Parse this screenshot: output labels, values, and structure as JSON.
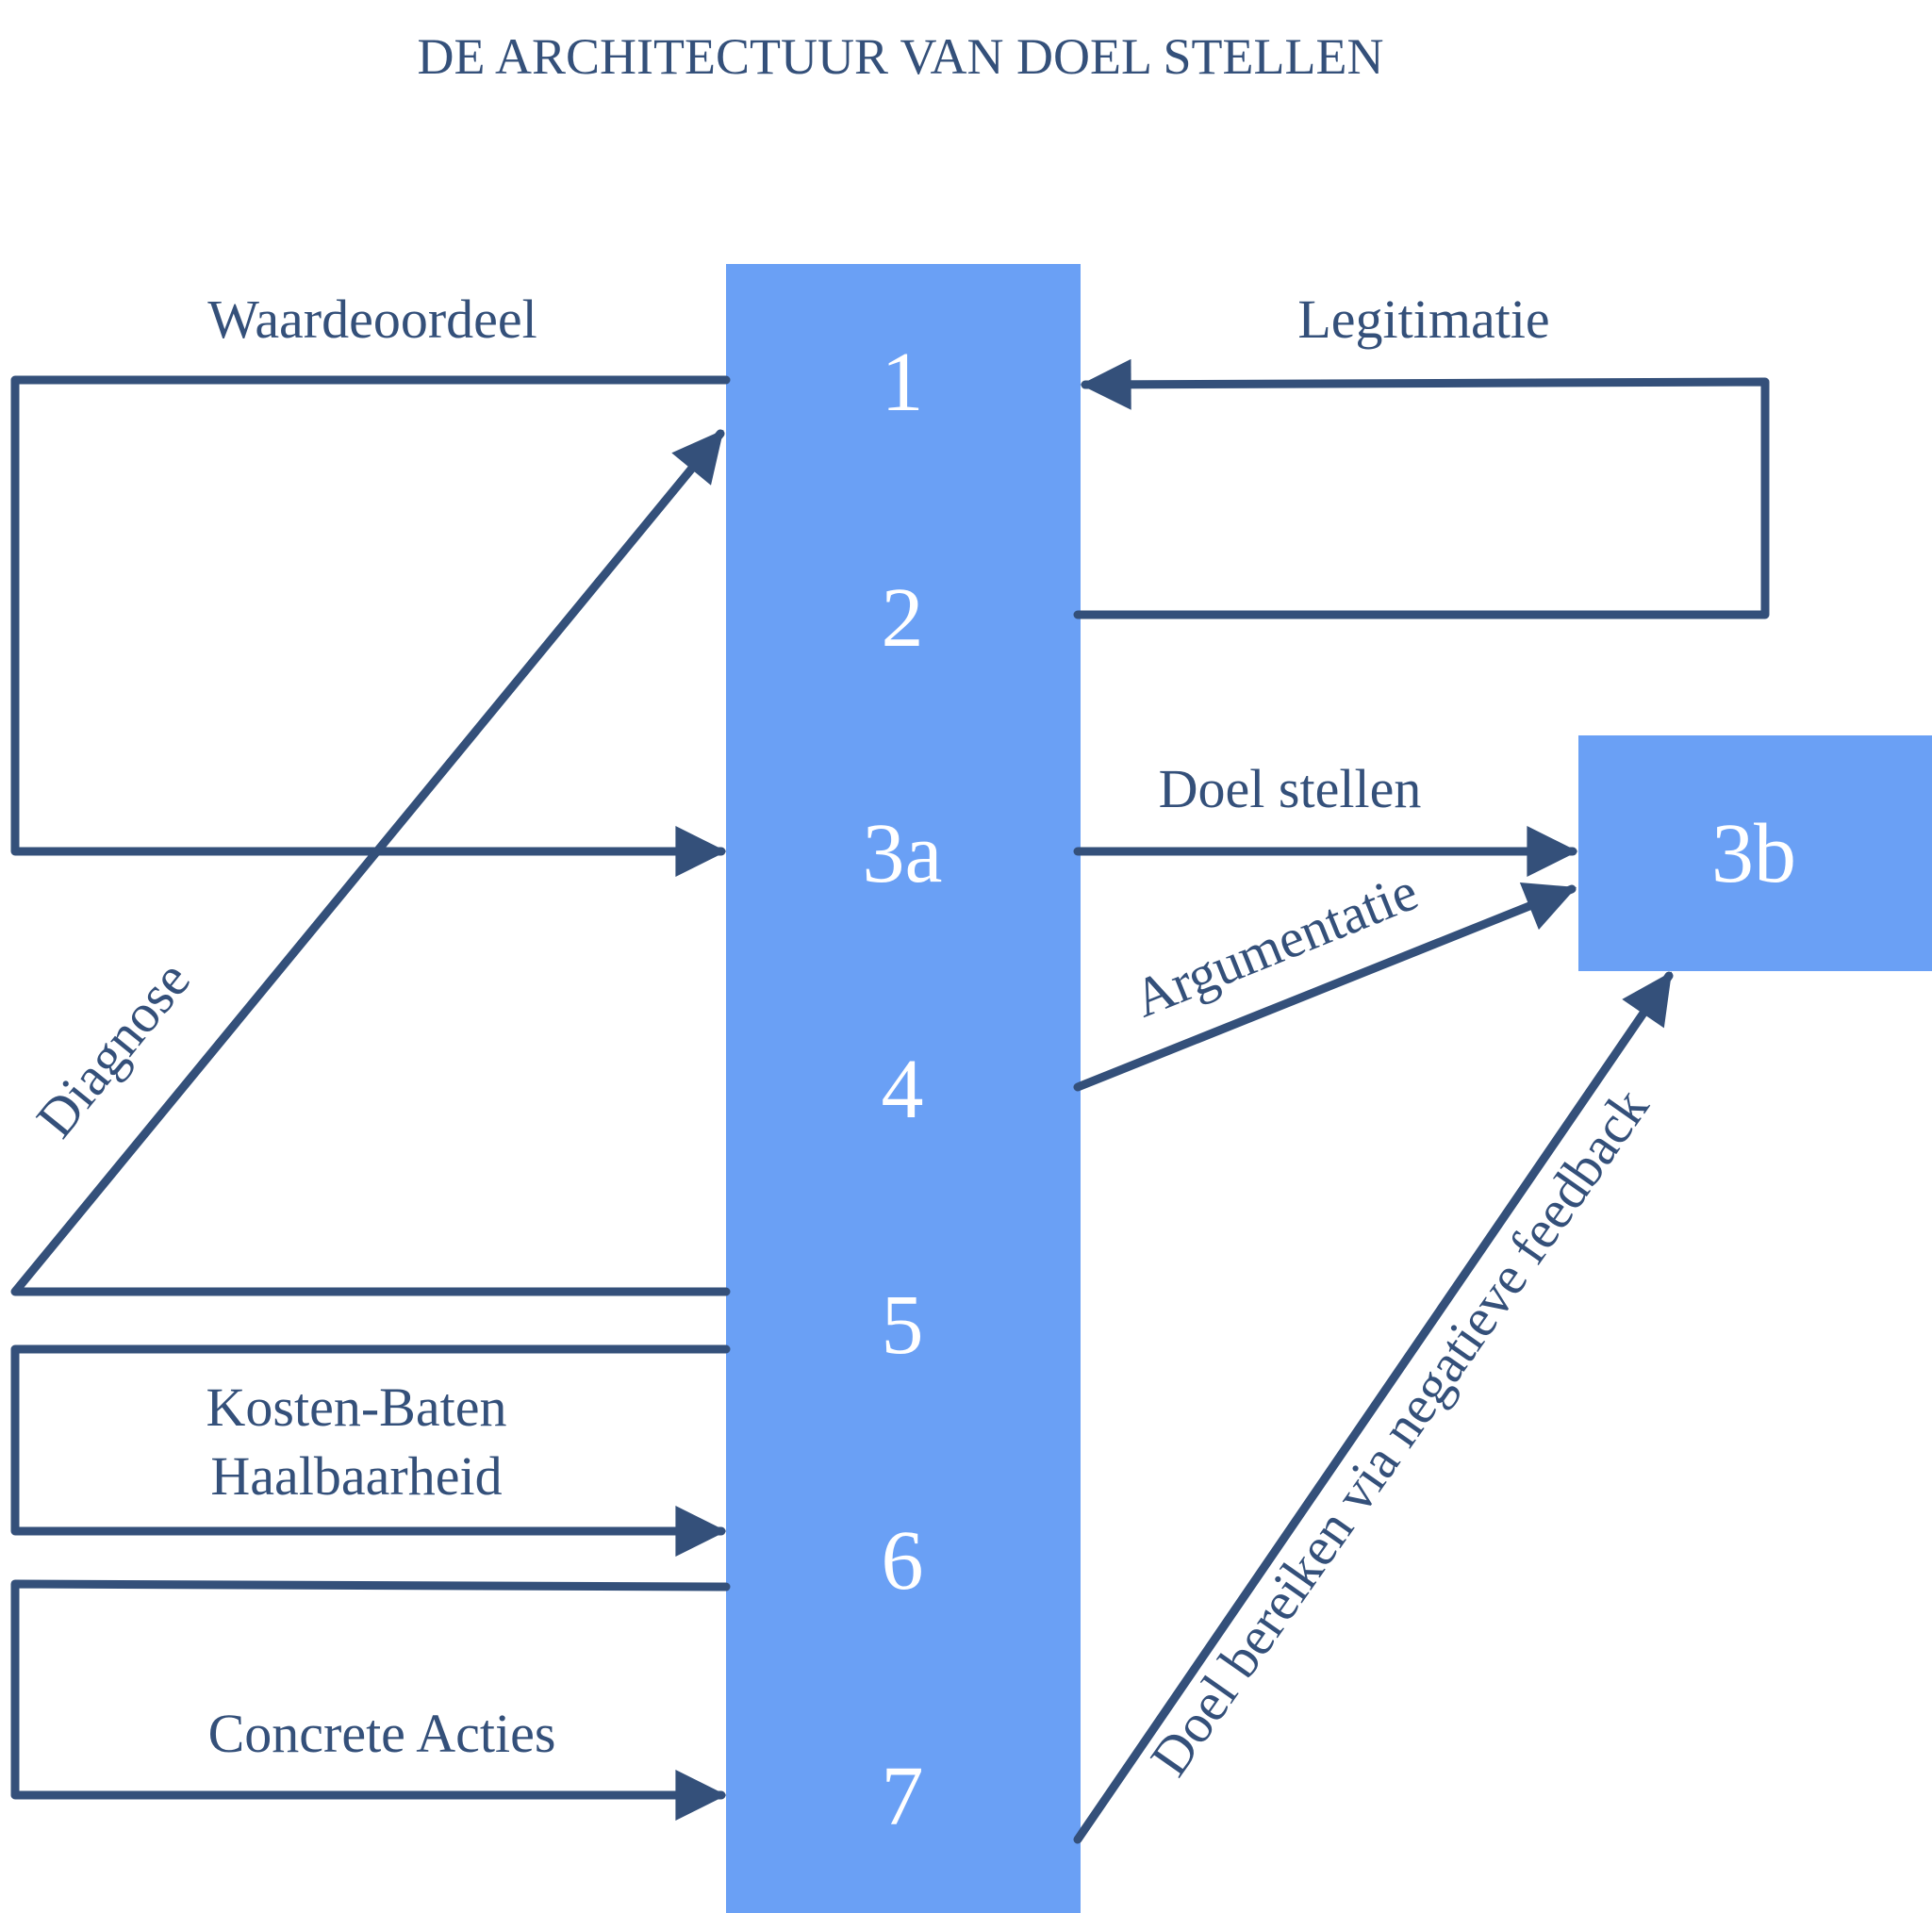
{
  "title": "DE ARCHITECTUUR VAN DOEL STELLEN",
  "colors": {
    "box_fill": "#6aa0f5",
    "edge": "#34507a",
    "title": "#34507a",
    "number_text": "#ffffff"
  },
  "steps": [
    "1",
    "2",
    "3a",
    "4",
    "5",
    "6",
    "7"
  ],
  "side_box": "3b",
  "edges": {
    "waardeoordeel": "Waardeoordeel",
    "legitimatie": "Legitimatie",
    "doel_stellen": "Doel stellen",
    "argumentatie": "Argumentatie",
    "diagnose": "Diagnose",
    "kosten_baten": "Kosten-Baten",
    "haalbaarheid": "Haalbaarheid",
    "concrete_acties": "Concrete Acties",
    "feedback": "Doel bereiken via negatieve feedback"
  }
}
